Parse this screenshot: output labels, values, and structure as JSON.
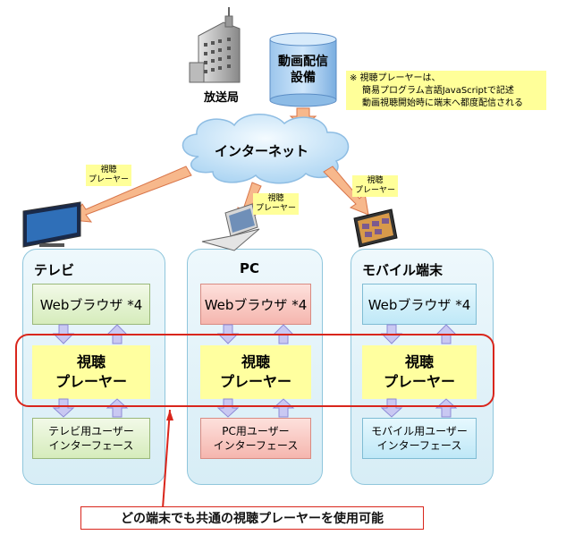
{
  "broadcaster": {
    "label": "放送局"
  },
  "delivery": {
    "line1": "動画配信",
    "line2": "設備"
  },
  "note": {
    "line1": "※ 視聴プレーヤーは、",
    "line2": "簡易プログラム言語JavaScriptで記述",
    "line3": "動画視聴開始時に端末へ都度配信される"
  },
  "internet": {
    "label": "インターネット"
  },
  "tags": {
    "line1": "視聴",
    "line2": "プレーヤー"
  },
  "columns": [
    {
      "title": "テレビ",
      "browser": "Webブラウザ *4",
      "player1": "視聴",
      "player2": "プレーヤー",
      "ui1": "テレビ用ユーザー",
      "ui2": "インターフェース"
    },
    {
      "title": "PC",
      "browser": "Webブラウザ *4",
      "player1": "視聴",
      "player2": "プレーヤー",
      "ui1": "PC用ユーザー",
      "ui2": "インターフェース"
    },
    {
      "title": "モバイル端末",
      "browser": "Webブラウザ *4",
      "player1": "視聴",
      "player2": "プレーヤー",
      "ui1": "モバイル用ユーザー",
      "ui2": "インターフェース"
    }
  ],
  "caption": {
    "text": "どの端末でも共通の視聴プレーヤーを使用可能"
  },
  "colors": {
    "accent_red": "#d9261c",
    "player_yellow": "#ffff9f",
    "pc_pink": "#f8c5c0",
    "tv_green": "#e0f0c9",
    "mobile_blue": "#cdeefb"
  }
}
